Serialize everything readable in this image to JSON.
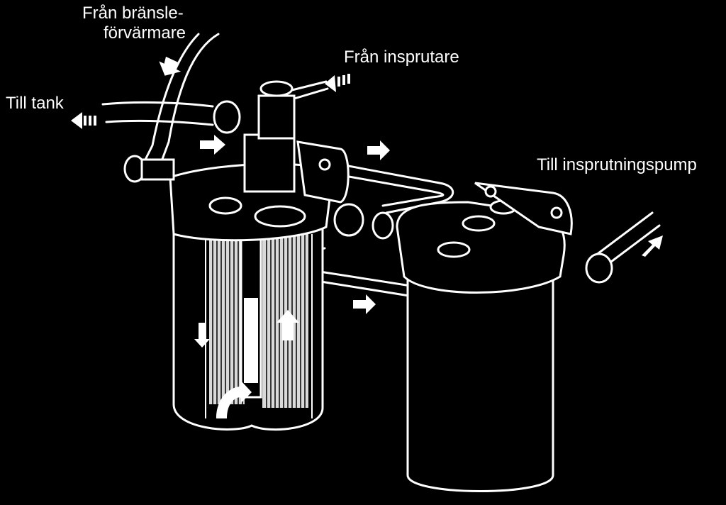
{
  "labels": {
    "from_heater_line1": "Från bränsle-",
    "from_heater_line2": "förvärmare",
    "from_injector": "Från insprutare",
    "to_tank": "Till tank",
    "to_injection_pump": "Till insprutningspump"
  },
  "colors": {
    "background": "#000000",
    "lines": "#ffffff"
  }
}
